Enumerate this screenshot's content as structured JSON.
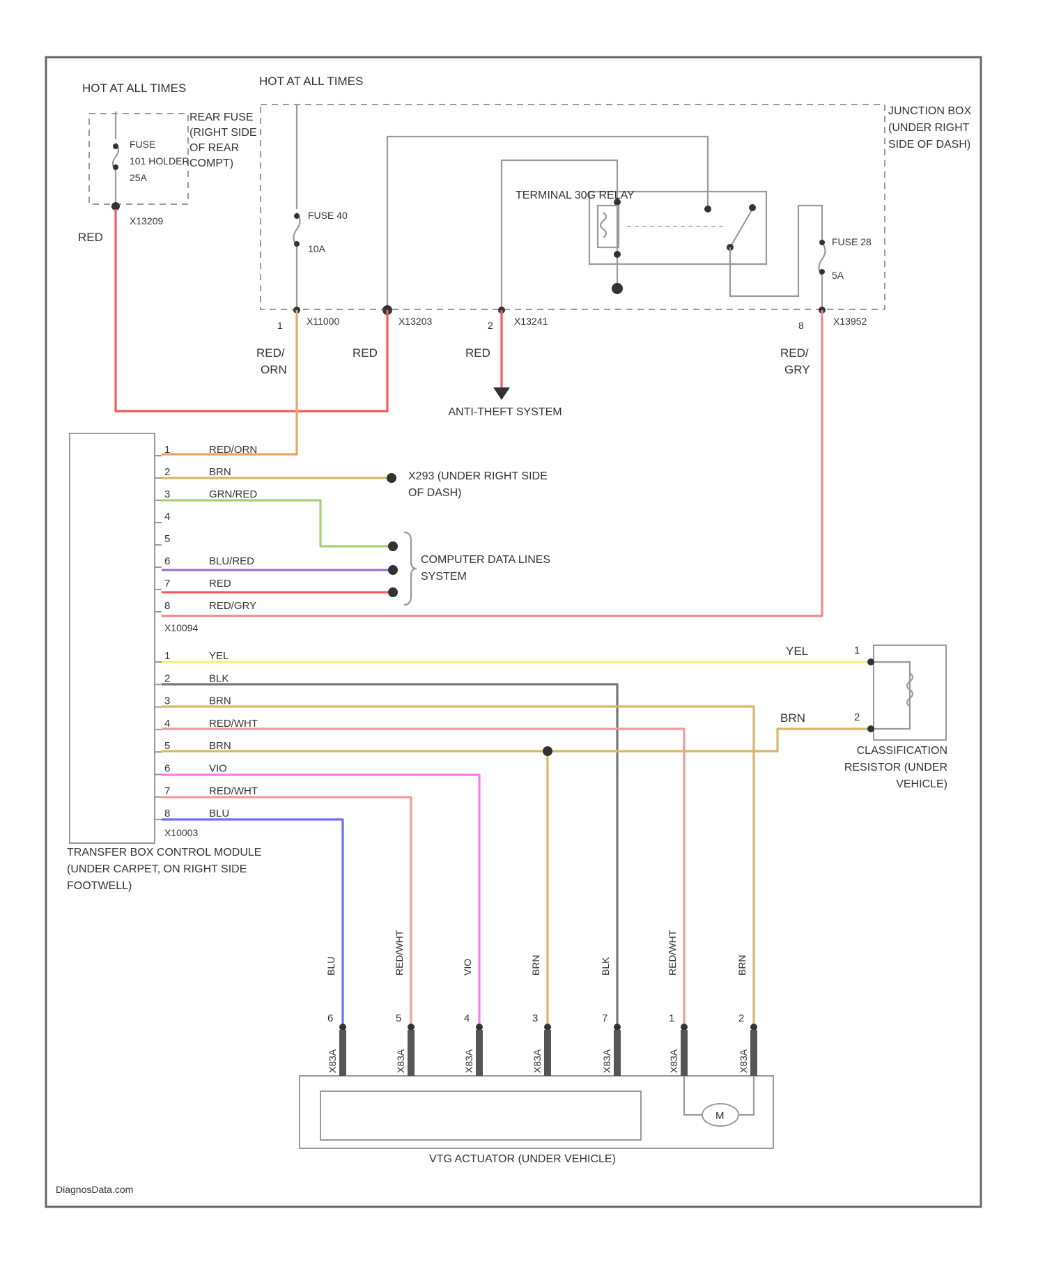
{
  "colors": {
    "red": "#f25c5c",
    "red_org": "#e9a36b",
    "brn": "#d9b76a",
    "grn_red": "#a8d070",
    "blu_red": "#9b72d6",
    "red_gry": "#f08a8a",
    "yel": "#f4f07a",
    "blk": "#777777",
    "red_wht": "#f29a9a",
    "vio": "#f27ef0",
    "blu": "#6f6ff2"
  },
  "power": {
    "hot_left": "HOT AT ALL TIMES",
    "hot_right": "HOT AT ALL TIMES",
    "fuse_left_name": "FUSE",
    "fuse_left_sub": "101 HOLDER",
    "fuse_left_rating": "25A",
    "rear_fuse_label": "REAR FUSE (RIGHT SIDE OF REAR COMPT)",
    "fuse_left_connector": "X13209",
    "fuse_40_name": "FUSE 40",
    "fuse_40_rating": "10A",
    "fuse_28_name": "FUSE 28",
    "fuse_28_rating": "5A",
    "terminal_relay": "TERMINAL 30G RELAY",
    "junction_box": "JUNCTION BOX (UNDER RIGHT SIDE OF DASH)",
    "pin_x1_num": "1",
    "pin_x1_conn": "X11000",
    "pin_x2_conn": "X13203",
    "pin_x3_num": "2",
    "pin_x3_conn": "X13241",
    "pin_x4_num": "8",
    "pin_x4_conn": "X13952",
    "anti_theft": "ANTI-THEFT SYSTEM"
  },
  "wire_labels": {
    "red": "RED",
    "red_org": "RED/ ORN",
    "red_gry": "RED/ GRY",
    "yel": "YEL",
    "brn": "BRN"
  },
  "module": {
    "name": "TRANSFER BOX CONTROL MODULE (UNDER CARPET, ON RIGHT SIDE FOOTWELL)",
    "connector_top": "X10094",
    "connector_bottom": "X10003",
    "pins_top": [
      {
        "num": "1",
        "color": "RED/ORN"
      },
      {
        "num": "2",
        "color": "BRN"
      },
      {
        "num": "3",
        "color": "GRN/RED"
      },
      {
        "num": "4",
        "color": ""
      },
      {
        "num": "5",
        "color": ""
      },
      {
        "num": "6",
        "color": "BLU/RED"
      },
      {
        "num": "7",
        "color": "RED"
      },
      {
        "num": "8",
        "color": "RED/GRY"
      }
    ],
    "pins_bottom": [
      {
        "num": "1",
        "color": "YEL"
      },
      {
        "num": "2",
        "color": "BLK"
      },
      {
        "num": "3",
        "color": "BRN"
      },
      {
        "num": "4",
        "color": "RED/WHT"
      },
      {
        "num": "5",
        "color": "BRN"
      },
      {
        "num": "6",
        "color": "VIO"
      },
      {
        "num": "7",
        "color": "RED/WHT"
      },
      {
        "num": "8",
        "color": "BLU"
      }
    ]
  },
  "ground_x293": "X293 (UNDER RIGHT SIDE OF DASH)",
  "computer_data": "COMPUTER DATA LINES SYSTEM",
  "classification": {
    "name": "CLASSIFICATION RESISTOR (UNDER VEHICLE)",
    "pin1": "1",
    "pin2": "2"
  },
  "actuator": {
    "name": "VTG ACTUATOR (UNDER VEHICLE)",
    "motor": "M",
    "connector": "X83A",
    "pins": [
      {
        "num": "6",
        "color": "BLU"
      },
      {
        "num": "5",
        "color": "RED/WHT"
      },
      {
        "num": "4",
        "color": "VIO"
      },
      {
        "num": "3",
        "color": "BRN"
      },
      {
        "num": "7",
        "color": "BLK"
      },
      {
        "num": "1",
        "color": "RED/WHT"
      },
      {
        "num": "2",
        "color": "BRN"
      }
    ]
  },
  "footer": "DiagnosData.com"
}
